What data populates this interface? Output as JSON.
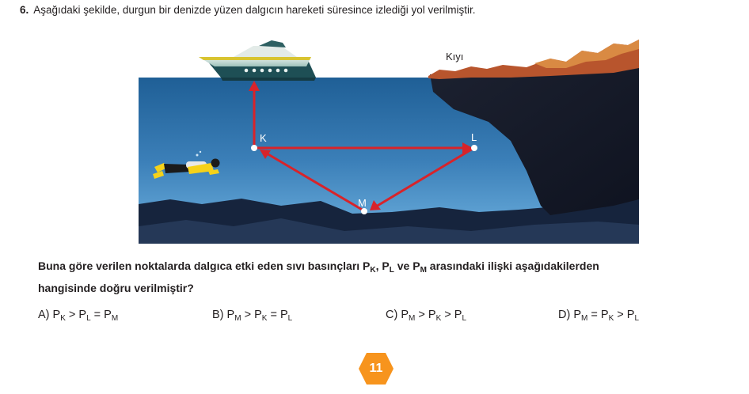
{
  "question": {
    "number": "6.",
    "text": "Aşağıdaki şekilde, durgun bir denizde yüzen dalgıcın hareketi süresince izlediği yol verilmiştir."
  },
  "figure": {
    "shore_label": "Kıyı",
    "point_k": "K",
    "point_l": "L",
    "point_m": "M",
    "colors": {
      "sea": "#2e6fa6",
      "arrow": "#d8232a",
      "rock": "#1a1f2b",
      "shore": "#b8552d"
    }
  },
  "prompt": {
    "part1": "Buna göre verilen noktalarda dalgıca etki eden sıvı basınçları P",
    "s1": "K",
    "sep1": ", P",
    "s2": "L",
    "sep2": " ve P",
    "s3": "M",
    "part2": " arasındaki ilişki aşağıdakilerden",
    "line2": "hangisinde doğru verilmiştir?"
  },
  "options": [
    {
      "letter": "A)",
      "parts": [
        [
          "P",
          "K"
        ],
        [
          " > P",
          "L"
        ],
        [
          " = P",
          "M"
        ]
      ]
    },
    {
      "letter": "B)",
      "parts": [
        [
          "P",
          "M"
        ],
        [
          " > P",
          "K"
        ],
        [
          " = P",
          "L"
        ]
      ]
    },
    {
      "letter": "C)",
      "parts": [
        [
          "P",
          "M"
        ],
        [
          " > P",
          "K"
        ],
        [
          " > P",
          "L"
        ]
      ]
    },
    {
      "letter": "D)",
      "parts": [
        [
          "P",
          "M"
        ],
        [
          " = P",
          "K"
        ],
        [
          " > P",
          "L"
        ]
      ]
    }
  ],
  "page": {
    "number": "11",
    "color": "#f7941d"
  }
}
